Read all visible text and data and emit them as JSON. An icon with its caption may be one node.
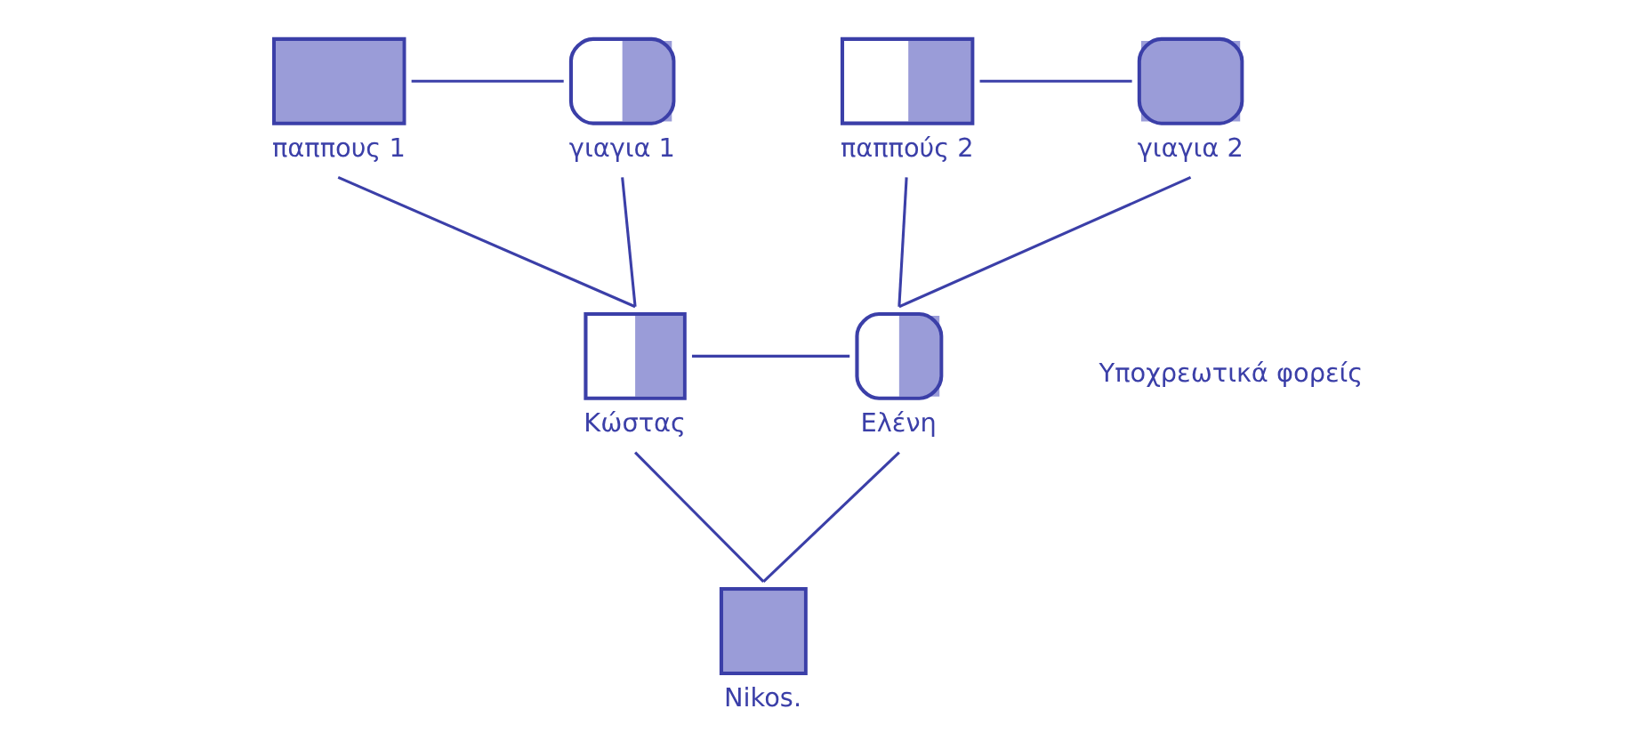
{
  "diagram": {
    "nodes": [
      {
        "text": [
          "παππους 1"
        ]
      },
      {
        "text": [
          "γιαγια 1"
        ]
      },
      {
        "text": [
          "παππούς 2"
        ]
      },
      {
        "text": [
          "γιαγια 2"
        ]
      },
      {
        "text": [
          "Κώστας"
        ]
      },
      {
        "text": [
          "Ελένη"
        ]
      },
      {
        "text": [
          "Nikos."
        ]
      }
    ],
    "edges": [
      {
        "from": 0,
        "to": 1,
        "arrow": "none"
      },
      {
        "from": 2,
        "to": 3,
        "arrow": "none"
      },
      {
        "from": 0,
        "to": 4,
        "arrow": "none"
      },
      {
        "from": 1,
        "to": 4,
        "arrow": "none"
      },
      {
        "from": 2,
        "to": 5,
        "arrow": "none"
      },
      {
        "from": 3,
        "to": 5,
        "arrow": "none"
      },
      {
        "from": 4,
        "to": 5,
        "arrow": "none"
      },
      {
        "from": 4,
        "to": 6,
        "arrow": "none"
      },
      {
        "from": 5,
        "to": 6,
        "arrow": "none"
      }
    ],
    "labels": [
      "Υποχρεωτικά φορείς"
    ]
  }
}
